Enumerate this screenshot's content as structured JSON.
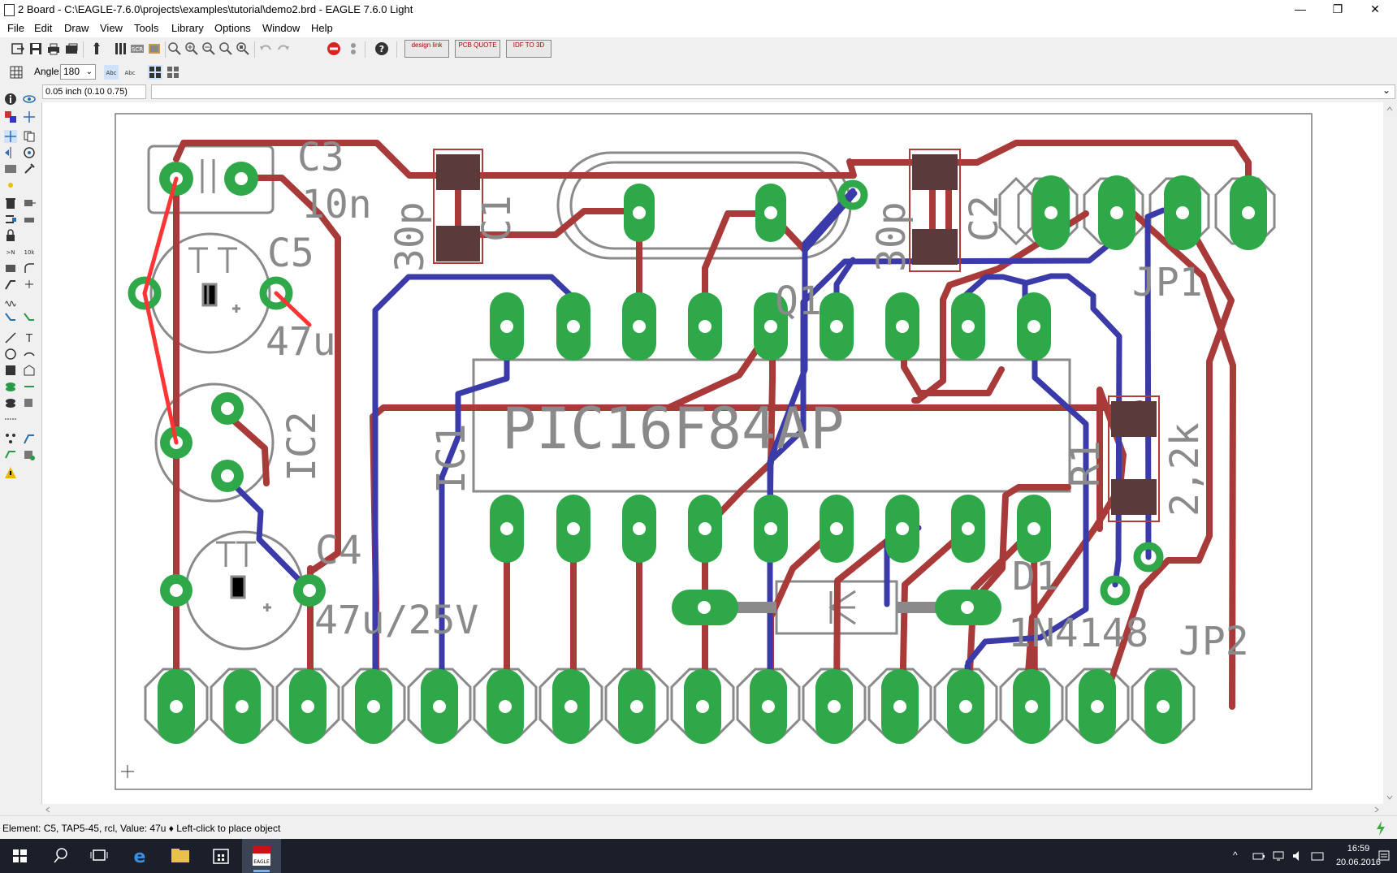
{
  "window": {
    "title": "2 Board - C:\\EAGLE-7.6.0\\projects\\examples\\tutorial\\demo2.brd - EAGLE 7.6.0 Light",
    "minimize": "—",
    "maximize": "❐",
    "close": "✕"
  },
  "menu": [
    "File",
    "Edit",
    "Draw",
    "View",
    "Tools",
    "Library",
    "Options",
    "Window",
    "Help"
  ],
  "toolbar": {
    "promos": [
      {
        "label": "design link"
      },
      {
        "label": "PCB QUOTE"
      },
      {
        "label": "IDF TO 3D"
      }
    ]
  },
  "params": {
    "angle_label": "Angle:",
    "angle_value": "180"
  },
  "command": {
    "coords": "0.05 inch (0.10 0.75)",
    "input": ""
  },
  "board": {
    "labels": {
      "c3_name": "C3",
      "c3_value": "10n",
      "c5_name": "C5",
      "c5_value": "47u",
      "c1_name": "C1",
      "c1_value": "30p",
      "c2_name": "C2",
      "c2_value": "30p",
      "q1_name": "Q1",
      "jp1_name": "JP1",
      "ic1_name": "IC1",
      "ic1_value": "PIC16F84AP",
      "ic2_name": "IC2",
      "c4_name": "C4",
      "c4_value": "47u/25V",
      "d1_name": "D1",
      "d1_value": "1N4148",
      "jp2_name": "JP2",
      "r_value": "2,2k",
      "r_name": "R1"
    },
    "colors": {
      "top_layer": "#b03c3c",
      "bottom_layer": "#3c3ca8",
      "pad": "#2fa84a",
      "airwire": "#ff3535",
      "outline": "#8a8a8a"
    }
  },
  "status": {
    "text": "Element: C5, TAP5-45, rcl, Value: 47u ♦ Left-click to place object"
  },
  "taskbar": {
    "time": "16:59",
    "date": "20.06.2016"
  }
}
